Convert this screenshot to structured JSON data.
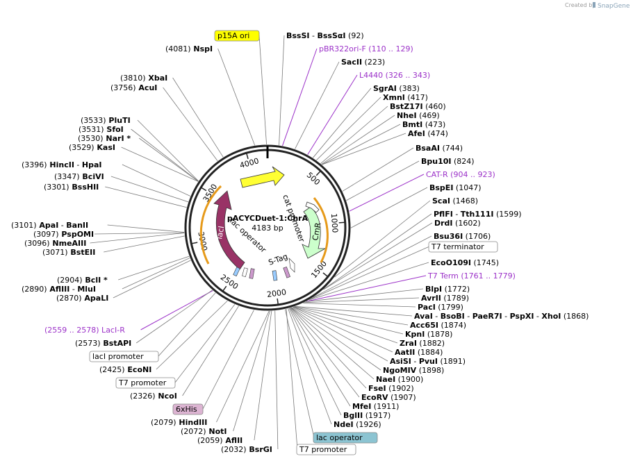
{
  "credit": {
    "prefix": "Created by",
    "brand": "SnapGene"
  },
  "plasmid": {
    "name": "pACYCDuet-1:ChrA",
    "size_label": "4183 bp"
  },
  "ticks": [
    {
      "label": "500",
      "pos": 500
    },
    {
      "label": "1000",
      "pos": 1000
    },
    {
      "label": "1500",
      "pos": 1500
    },
    {
      "label": "2000",
      "pos": 2000
    },
    {
      "label": "2500",
      "pos": 2500
    },
    {
      "label": "3000",
      "pos": 3000
    },
    {
      "label": "3500",
      "pos": 3500
    },
    {
      "label": "4000",
      "pos": 4000
    }
  ],
  "features": [
    {
      "name": "p15A ori",
      "color": "#ffff00"
    },
    {
      "name": "CmR",
      "color": "#ccffcc"
    },
    {
      "name": "cat promoter",
      "color": "#ffffff"
    },
    {
      "name": "lacI",
      "color": "#993366"
    },
    {
      "name": "lac operator",
      "color": "#99ccff"
    },
    {
      "name": "S-Tag",
      "color": "#ffffff"
    },
    {
      "name": "T7 terminator",
      "color": "#ffffff"
    },
    {
      "name": "6xHis",
      "color": "#cc99cc"
    },
    {
      "name": "T7 promoter",
      "color": "#ffffff"
    },
    {
      "name": "lacI promoter",
      "color": "#ffffff"
    }
  ],
  "labels": [
    {
      "id": "l01",
      "parts": [
        {
          "t": "p15A ori",
          "k": "feature",
          "fill": "#ffff00"
        }
      ]
    },
    {
      "id": "l02",
      "parts": [
        {
          "t": "BssSI",
          "k": "b"
        },
        {
          "t": "  -  ",
          "k": "n"
        },
        {
          "t": "BssSαI",
          "k": "b"
        },
        {
          "t": "  (92)",
          "k": "n"
        }
      ]
    },
    {
      "id": "l03",
      "parts": [
        {
          "t": "(4081)",
          "k": "n"
        },
        {
          "t": "  NspI",
          "k": "b"
        }
      ]
    },
    {
      "id": "l04",
      "parts": [
        {
          "t": "pBR322ori-F",
          "k": "p"
        },
        {
          "t": "   (110 .. 129)",
          "k": "p"
        }
      ]
    },
    {
      "id": "l05",
      "parts": [
        {
          "t": "SacII",
          "k": "b"
        },
        {
          "t": "   (223)",
          "k": "n"
        }
      ]
    },
    {
      "id": "l06",
      "parts": [
        {
          "t": "L4440",
          "k": "p"
        },
        {
          "t": "   (326 .. 343)",
          "k": "p"
        }
      ]
    },
    {
      "id": "l07",
      "parts": [
        {
          "t": "(3810)",
          "k": "n"
        },
        {
          "t": "  XbaI",
          "k": "b"
        }
      ]
    },
    {
      "id": "l08",
      "parts": [
        {
          "t": "(3756)",
          "k": "n"
        },
        {
          "t": "  AcuI",
          "k": "b"
        }
      ]
    },
    {
      "id": "l09",
      "parts": [
        {
          "t": "SgrAI",
          "k": "b"
        },
        {
          "t": "   (383)",
          "k": "n"
        }
      ]
    },
    {
      "id": "l10",
      "parts": [
        {
          "t": "XmnI",
          "k": "b"
        },
        {
          "t": "   (417)",
          "k": "n"
        }
      ]
    },
    {
      "id": "l11",
      "parts": [
        {
          "t": "BstZ17I",
          "k": "b"
        },
        {
          "t": "   (460)",
          "k": "n"
        }
      ]
    },
    {
      "id": "l12",
      "parts": [
        {
          "t": "NheI",
          "k": "b"
        },
        {
          "t": "   (469)",
          "k": "n"
        }
      ]
    },
    {
      "id": "l13",
      "parts": [
        {
          "t": "BmtI",
          "k": "b"
        },
        {
          "t": "   (473)",
          "k": "n"
        }
      ]
    },
    {
      "id": "l14",
      "parts": [
        {
          "t": "AfeI",
          "k": "b"
        },
        {
          "t": "   (474)",
          "k": "n"
        }
      ]
    },
    {
      "id": "l15",
      "parts": [
        {
          "t": "(3533)",
          "k": "n"
        },
        {
          "t": "  PluTI",
          "k": "b"
        }
      ]
    },
    {
      "id": "l16",
      "parts": [
        {
          "t": "(3531)",
          "k": "n"
        },
        {
          "t": "  SfoI",
          "k": "b"
        }
      ]
    },
    {
      "id": "l17",
      "parts": [
        {
          "t": "(3530)",
          "k": "n"
        },
        {
          "t": "  NarI *",
          "k": "b"
        }
      ]
    },
    {
      "id": "l18",
      "parts": [
        {
          "t": "(3529)",
          "k": "n"
        },
        {
          "t": "  KasI",
          "k": "b"
        }
      ]
    },
    {
      "id": "l19",
      "parts": [
        {
          "t": "BsaAI",
          "k": "b"
        },
        {
          "t": "   (744)",
          "k": "n"
        }
      ]
    },
    {
      "id": "l20",
      "parts": [
        {
          "t": "Bpu10I",
          "k": "b"
        },
        {
          "t": "   (824)",
          "k": "n"
        }
      ]
    },
    {
      "id": "l21",
      "parts": [
        {
          "t": "(3396)",
          "k": "n"
        },
        {
          "t": "  HincII",
          "k": "b"
        },
        {
          "t": "  -  ",
          "k": "n"
        },
        {
          "t": "HpaI",
          "k": "b"
        }
      ]
    },
    {
      "id": "l22",
      "parts": [
        {
          "t": "CAT-R",
          "k": "p"
        },
        {
          "t": "   (904 .. 923)",
          "k": "p"
        }
      ]
    },
    {
      "id": "l23",
      "parts": [
        {
          "t": "(3347)",
          "k": "n"
        },
        {
          "t": "  BciVI",
          "k": "b"
        }
      ]
    },
    {
      "id": "l24",
      "parts": [
        {
          "t": "(3301)",
          "k": "n"
        },
        {
          "t": "  BssHII",
          "k": "b"
        }
      ]
    },
    {
      "id": "l25",
      "parts": [
        {
          "t": "BspEI",
          "k": "b"
        },
        {
          "t": "   (1047)",
          "k": "n"
        }
      ]
    },
    {
      "id": "l26",
      "parts": [
        {
          "t": "ScaI",
          "k": "b"
        },
        {
          "t": "   (1468)",
          "k": "n"
        }
      ]
    },
    {
      "id": "l27",
      "parts": [
        {
          "t": "PflFI",
          "k": "b"
        },
        {
          "t": "  -  ",
          "k": "n"
        },
        {
          "t": "Tth111I",
          "k": "b"
        },
        {
          "t": "   (1599)",
          "k": "n"
        }
      ]
    },
    {
      "id": "l28",
      "parts": [
        {
          "t": "DrdI",
          "k": "b"
        },
        {
          "t": "   (1602)",
          "k": "n"
        }
      ]
    },
    {
      "id": "l29",
      "parts": [
        {
          "t": "(3101)",
          "k": "n"
        },
        {
          "t": "  ApaI",
          "k": "b"
        },
        {
          "t": "  -  ",
          "k": "n"
        },
        {
          "t": "BanII",
          "k": "b"
        }
      ]
    },
    {
      "id": "l30",
      "parts": [
        {
          "t": "(3097)",
          "k": "n"
        },
        {
          "t": "  PspOMI",
          "k": "b"
        }
      ]
    },
    {
      "id": "l31",
      "parts": [
        {
          "t": "Bsu36I",
          "k": "b"
        },
        {
          "t": "   (1706)",
          "k": "n"
        }
      ]
    },
    {
      "id": "l32",
      "parts": [
        {
          "t": "(3096)",
          "k": "n"
        },
        {
          "t": "  NmeAIII",
          "k": "b"
        }
      ]
    },
    {
      "id": "l33",
      "parts": [
        {
          "t": "T7 terminator",
          "k": "feature",
          "fill": "#ffffff"
        }
      ]
    },
    {
      "id": "l34",
      "parts": [
        {
          "t": "(3071)",
          "k": "n"
        },
        {
          "t": "  BstEII",
          "k": "b"
        }
      ]
    },
    {
      "id": "l35",
      "parts": [
        {
          "t": "EcoO109I",
          "k": "b"
        },
        {
          "t": "   (1745)",
          "k": "n"
        }
      ]
    },
    {
      "id": "l36",
      "parts": [
        {
          "t": "T7 Term",
          "k": "p"
        },
        {
          "t": "   (1761 .. 1779)",
          "k": "p"
        }
      ]
    },
    {
      "id": "l37",
      "parts": [
        {
          "t": "(2904)",
          "k": "n"
        },
        {
          "t": "  BclI *",
          "k": "b"
        }
      ]
    },
    {
      "id": "l38",
      "parts": [
        {
          "t": "BlpI",
          "k": "b"
        },
        {
          "t": "   (1772)",
          "k": "n"
        }
      ]
    },
    {
      "id": "l39",
      "parts": [
        {
          "t": "(2890)",
          "k": "n"
        },
        {
          "t": "  AflIII",
          "k": "b"
        },
        {
          "t": "  -  ",
          "k": "n"
        },
        {
          "t": "MluI",
          "k": "b"
        }
      ]
    },
    {
      "id": "l40",
      "parts": [
        {
          "t": "AvrII",
          "k": "b"
        },
        {
          "t": "   (1789)",
          "k": "n"
        }
      ]
    },
    {
      "id": "l41",
      "parts": [
        {
          "t": "(2870)",
          "k": "n"
        },
        {
          "t": "  ApaLI",
          "k": "b"
        }
      ]
    },
    {
      "id": "l42",
      "parts": [
        {
          "t": "PacI",
          "k": "b"
        },
        {
          "t": "   (1799)",
          "k": "n"
        }
      ]
    },
    {
      "id": "l43",
      "parts": [
        {
          "t": "AvaI",
          "k": "b"
        },
        {
          "t": "  -  ",
          "k": "n"
        },
        {
          "t": "BsoBI",
          "k": "b"
        },
        {
          "t": "  -  ",
          "k": "n"
        },
        {
          "t": "PaeR7I",
          "k": "b"
        },
        {
          "t": "  -  ",
          "k": "n"
        },
        {
          "t": "PspXI",
          "k": "b"
        },
        {
          "t": "  -  ",
          "k": "n"
        },
        {
          "t": "XhoI",
          "k": "b"
        },
        {
          "t": "   (1868)",
          "k": "n"
        }
      ]
    },
    {
      "id": "l44",
      "parts": [
        {
          "t": "Acc65I",
          "k": "b"
        },
        {
          "t": "   (1874)",
          "k": "n"
        }
      ]
    },
    {
      "id": "l45",
      "parts": [
        {
          "t": "(2559 .. 2578)",
          "k": "p"
        },
        {
          "t": "  LacI-R",
          "k": "p"
        }
      ]
    },
    {
      "id": "l46",
      "parts": [
        {
          "t": "KpnI",
          "k": "b"
        },
        {
          "t": "   (1878)",
          "k": "n"
        }
      ]
    },
    {
      "id": "l47",
      "parts": [
        {
          "t": "(2573)",
          "k": "n"
        },
        {
          "t": "  BstAPI",
          "k": "b"
        }
      ]
    },
    {
      "id": "l48",
      "parts": [
        {
          "t": "ZraI",
          "k": "b"
        },
        {
          "t": "   (1882)",
          "k": "n"
        }
      ]
    },
    {
      "id": "l49",
      "parts": [
        {
          "t": "AatII",
          "k": "b"
        },
        {
          "t": "   (1884)",
          "k": "n"
        }
      ]
    },
    {
      "id": "l50",
      "parts": [
        {
          "t": "lacI promoter",
          "k": "feature",
          "fill": "#ffffff"
        }
      ]
    },
    {
      "id": "l51",
      "parts": [
        {
          "t": "AsiSI",
          "k": "b"
        },
        {
          "t": "  -  ",
          "k": "n"
        },
        {
          "t": "PvuI",
          "k": "b"
        },
        {
          "t": "   (1891)",
          "k": "n"
        }
      ]
    },
    {
      "id": "l52",
      "parts": [
        {
          "t": "(2425)",
          "k": "n"
        },
        {
          "t": "  EcoNI",
          "k": "b"
        }
      ]
    },
    {
      "id": "l53",
      "parts": [
        {
          "t": "NgoMIV",
          "k": "b"
        },
        {
          "t": "   (1898)",
          "k": "n"
        }
      ]
    },
    {
      "id": "l54",
      "parts": [
        {
          "t": "T7 promoter",
          "k": "feature",
          "fill": "#ffffff"
        }
      ]
    },
    {
      "id": "l55",
      "parts": [
        {
          "t": "NaeI",
          "k": "b"
        },
        {
          "t": "   (1900)",
          "k": "n"
        }
      ]
    },
    {
      "id": "l56",
      "parts": [
        {
          "t": "FseI",
          "k": "b"
        },
        {
          "t": "   (1902)",
          "k": "n"
        }
      ]
    },
    {
      "id": "l57",
      "parts": [
        {
          "t": "(2326)",
          "k": "n"
        },
        {
          "t": "  NcoI",
          "k": "b"
        }
      ]
    },
    {
      "id": "l58",
      "parts": [
        {
          "t": "EcoRV",
          "k": "b"
        },
        {
          "t": "   (1907)",
          "k": "n"
        }
      ]
    },
    {
      "id": "l59",
      "parts": [
        {
          "t": "6xHis",
          "k": "feature",
          "fill": "#dcb4d2"
        }
      ]
    },
    {
      "id": "l60",
      "parts": [
        {
          "t": "MfeI",
          "k": "b"
        },
        {
          "t": "   (1911)",
          "k": "n"
        }
      ]
    },
    {
      "id": "l61",
      "parts": [
        {
          "t": "BglII",
          "k": "b"
        },
        {
          "t": "   (1917)",
          "k": "n"
        }
      ]
    },
    {
      "id": "l62",
      "parts": [
        {
          "t": "(2079)",
          "k": "n"
        },
        {
          "t": "  HindIII",
          "k": "b"
        }
      ]
    },
    {
      "id": "l63",
      "parts": [
        {
          "t": "NdeI",
          "k": "b"
        },
        {
          "t": "   (1926)",
          "k": "n"
        }
      ]
    },
    {
      "id": "l64",
      "parts": [
        {
          "t": "(2072)",
          "k": "n"
        },
        {
          "t": "  NotI",
          "k": "b"
        }
      ]
    },
    {
      "id": "l65",
      "parts": [
        {
          "t": "lac operator",
          "k": "feature",
          "fill": "#8cc4d2"
        }
      ]
    },
    {
      "id": "l66",
      "parts": [
        {
          "t": "(2059)",
          "k": "n"
        },
        {
          "t": "  AflII",
          "k": "b"
        }
      ]
    },
    {
      "id": "l67",
      "parts": [
        {
          "t": "(2032)",
          "k": "n"
        },
        {
          "t": "  BsrGI",
          "k": "b"
        }
      ]
    },
    {
      "id": "l68",
      "parts": [
        {
          "t": "T7 promoter",
          "k": "feature",
          "fill": "#ffffff"
        }
      ]
    }
  ]
}
